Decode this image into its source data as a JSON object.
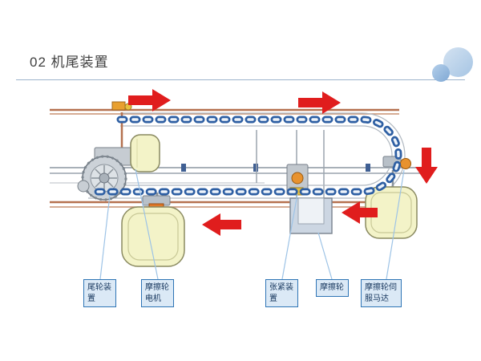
{
  "slide": {
    "title": "02 机尾装置"
  },
  "decor": {
    "circle_large_color": "#a6c5e4",
    "circle_small_color": "#7fa8d4"
  },
  "colors": {
    "arrow": "#e01d1d",
    "chain": "#2e5fa3",
    "wheel": "#f3f3c8",
    "label_bg": "#dbe9f6",
    "label_border": "#2e74b5",
    "label_text": "#17375e",
    "divider": "#9cb3cc",
    "copper_rail": "#b5714f"
  },
  "diagram": {
    "flow_arrows": [
      "right",
      "right",
      "down",
      "left",
      "left"
    ]
  },
  "callouts": [
    {
      "label": "尾轮装置"
    },
    {
      "label": "摩擦轮电机"
    },
    {
      "label": "张紧装置"
    },
    {
      "label": "摩擦轮"
    },
    {
      "label": "摩擦轮伺服马达"
    }
  ]
}
